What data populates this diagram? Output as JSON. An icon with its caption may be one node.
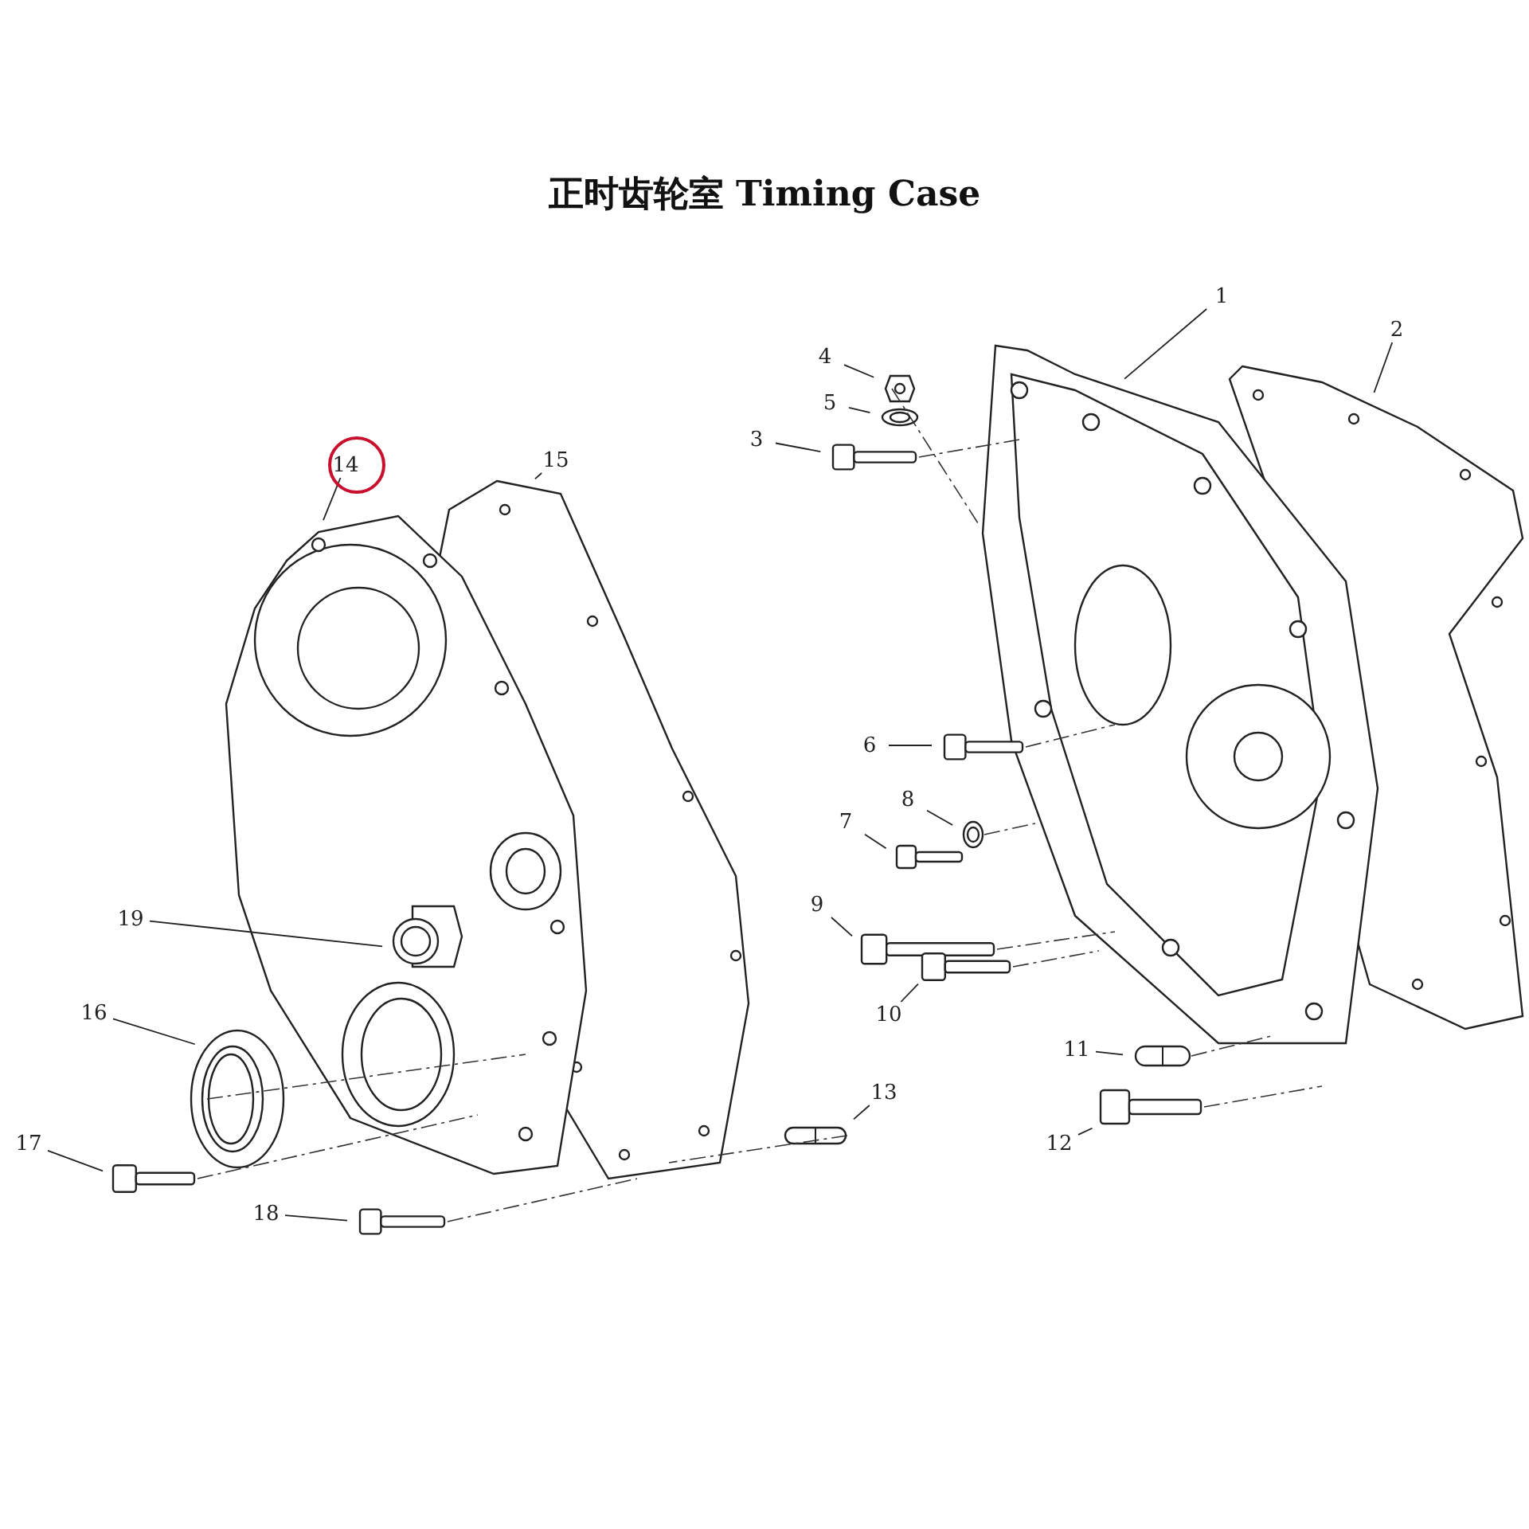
{
  "diagram": {
    "title": "正时齿轮室 Timing Case",
    "nodes": [
      {
        "text": [
          "1"
        ]
      },
      {
        "text": [
          "2"
        ]
      },
      {
        "text": [
          "3"
        ]
      },
      {
        "text": [
          "4"
        ]
      },
      {
        "text": [
          "5"
        ]
      },
      {
        "text": [
          "6"
        ]
      },
      {
        "text": [
          "7"
        ]
      },
      {
        "text": [
          "8"
        ]
      },
      {
        "text": [
          "9"
        ]
      },
      {
        "text": [
          "10"
        ]
      },
      {
        "text": [
          "11"
        ]
      },
      {
        "text": [
          "12"
        ]
      },
      {
        "text": [
          "13"
        ]
      },
      {
        "text": [
          "14"
        ]
      },
      {
        "text": [
          "15"
        ]
      },
      {
        "text": [
          "16"
        ]
      },
      {
        "text": [
          "17"
        ]
      },
      {
        "text": [
          "18"
        ]
      },
      {
        "text": [
          "19"
        ]
      }
    ],
    "edges": [
      {
        "from": 0,
        "to": null,
        "arrow": "none"
      },
      {
        "from": 1,
        "to": null,
        "arrow": "none"
      },
      {
        "from": 2,
        "to": null,
        "arrow": "none"
      },
      {
        "from": 3,
        "to": null,
        "arrow": "none"
      },
      {
        "from": 4,
        "to": null,
        "arrow": "none"
      },
      {
        "from": 5,
        "to": null,
        "arrow": "none"
      },
      {
        "from": 6,
        "to": null,
        "arrow": "none"
      },
      {
        "from": 7,
        "to": null,
        "arrow": "none"
      },
      {
        "from": 8,
        "to": null,
        "arrow": "none"
      },
      {
        "from": 9,
        "to": null,
        "arrow": "none"
      },
      {
        "from": 10,
        "to": null,
        "arrow": "none"
      },
      {
        "from": 11,
        "to": null,
        "arrow": "none"
      },
      {
        "from": 12,
        "to": null,
        "arrow": "none"
      },
      {
        "from": 13,
        "to": null,
        "arrow": "none"
      },
      {
        "from": 14,
        "to": null,
        "arrow": "none"
      },
      {
        "from": 15,
        "to": null,
        "arrow": "none"
      },
      {
        "from": 16,
        "to": null,
        "arrow": "none"
      },
      {
        "from": 17,
        "to": null,
        "arrow": "none"
      },
      {
        "from": 18,
        "to": null,
        "arrow": "none"
      }
    ]
  }
}
